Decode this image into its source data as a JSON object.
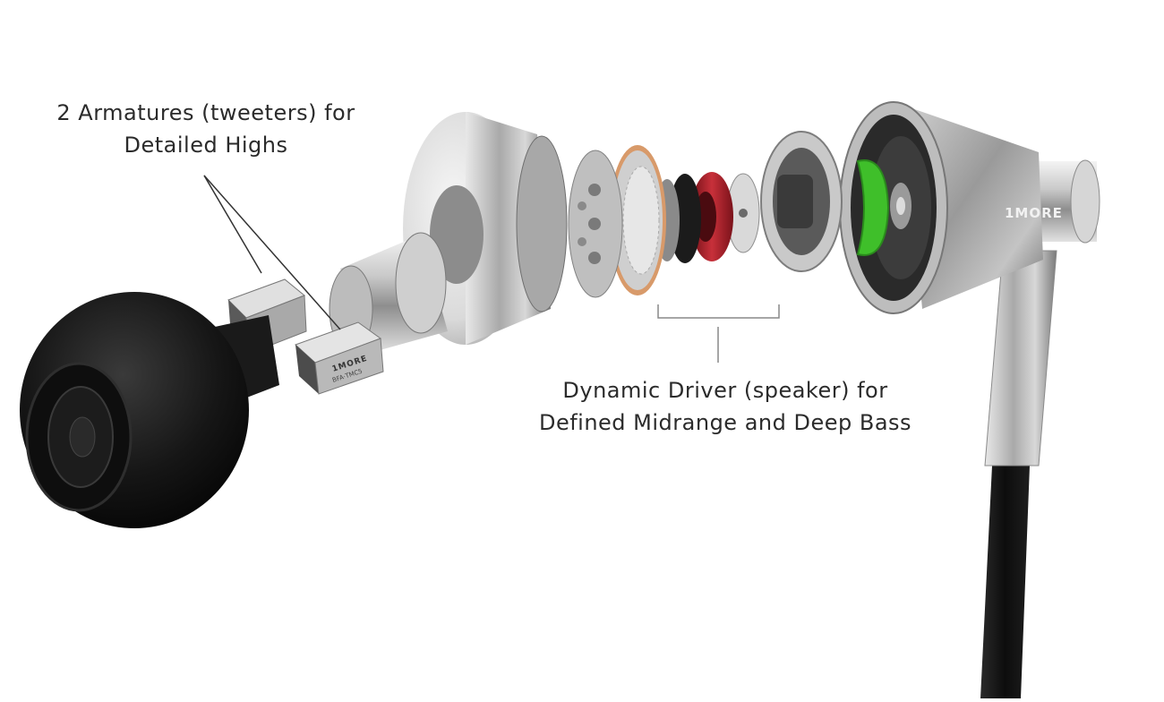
{
  "callouts": {
    "armatures": {
      "line1": "2 Armatures (tweeters) for",
      "line2": "Detailed Highs"
    },
    "driver": {
      "line1": "Dynamic Driver (speaker) for",
      "line2": "Defined Midrange and Deep Bass"
    }
  },
  "branding": {
    "housing_logo": "1MORE",
    "armature_logo": "1MORE",
    "armature_subtext": "BFA·TMC5"
  },
  "colors": {
    "background": "#ffffff",
    "text": "#2b2b2b",
    "eartip": "#141414",
    "metal": "#b8b8b8",
    "copper_ring": "#d89a6a",
    "red_ring": "#b3202a",
    "green_clip": "#3fbf2a",
    "cable": "#111111"
  }
}
